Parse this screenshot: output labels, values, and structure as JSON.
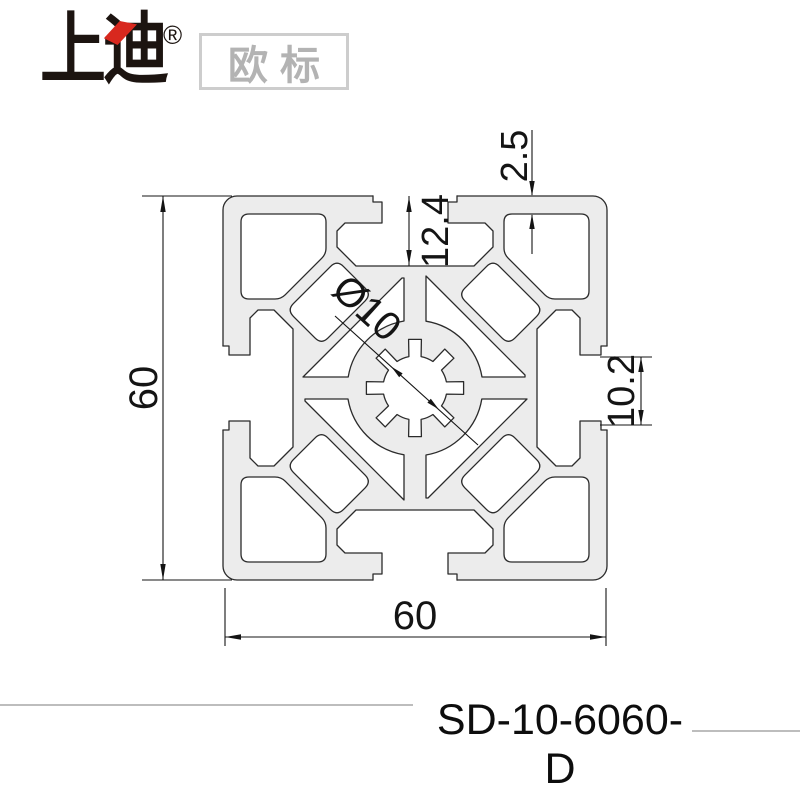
{
  "logo": {
    "brand": "上迪",
    "registered": "®",
    "badge": "欧标"
  },
  "drawing": {
    "type": "aluminum-extrusion-profile-cross-section",
    "dimensions": {
      "overall_height": "60",
      "overall_width": "60",
      "slot_depth": "12.4",
      "face_wall_thickness": "2.5",
      "center_bore": "Ø10",
      "slot_opening": "10.2"
    },
    "colors": {
      "profile_fill": "#ececec",
      "outline": "#2b2b2b",
      "accent_red": "#d8281e",
      "badge_gray": "#b3b3b3",
      "rule_gray": "#bdbdbd"
    }
  },
  "part_number": "SD-10-6060-D"
}
